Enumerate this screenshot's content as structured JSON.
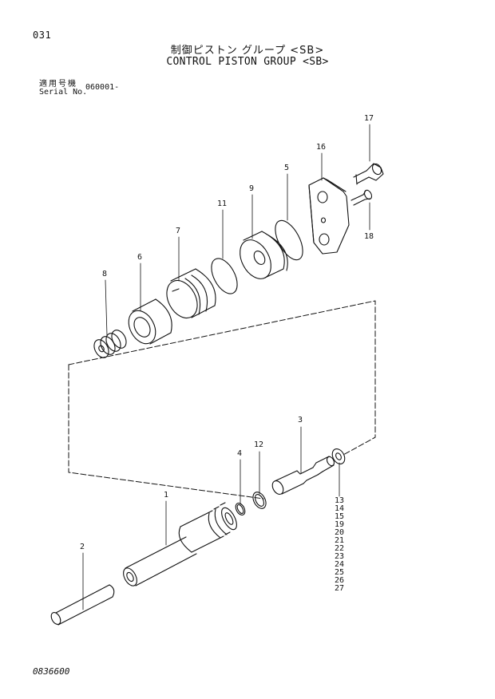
{
  "header": {
    "page_number": "031",
    "title_jp": "制御ピストン グループ <SB>",
    "title_en": "CONTROL PISTON GROUP <SB>",
    "serial_label_jp": "適用号機",
    "serial_label_en": "Serial No.",
    "serial_value": "060001-"
  },
  "footer": {
    "doc_number": "0836600"
  },
  "callouts": {
    "c1": "1",
    "c2": "2",
    "c3": "3",
    "c4": "4",
    "c5": "5",
    "c6": "6",
    "c7": "7",
    "c8": "8",
    "c9": "9",
    "c11": "11",
    "c12": "12",
    "c16": "16",
    "c17": "17",
    "c18": "18",
    "group": [
      "13",
      "14",
      "15",
      "19",
      "20",
      "21",
      "22",
      "23",
      "24",
      "25",
      "26",
      "27"
    ]
  }
}
